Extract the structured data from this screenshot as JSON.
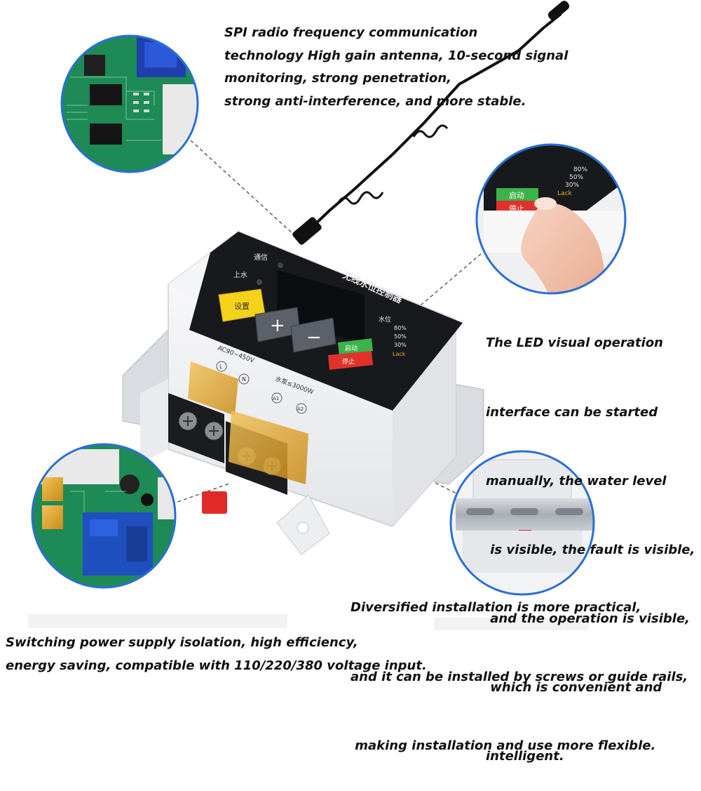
{
  "captions": {
    "antenna": [
      "SPI radio frequency communication",
      "technology High gain antenna, 10-second signal",
      "monitoring, strong penetration,",
      "strong anti-interference, and more stable."
    ],
    "led": [
      "The LED visual operation",
      "interface can be started",
      "manually, the water level",
      " is visible, the fault is visible,",
      " and the operation is visible,",
      " which is convenient and",
      "intelligent."
    ],
    "install": [
      "Diversified installation is more practical,",
      "and it can be installed by screws or guide rails,",
      " making installation and use more flexible."
    ],
    "power": [
      "Switching power supply isolation, high efficiency,",
      "energy saving, compatible with 110/220/380 voltage input."
    ]
  },
  "panel": {
    "comm_label": "通信",
    "pump_label": "上水",
    "brand": "无线水位控制器",
    "set_button": "设置",
    "plus_button": "+",
    "minus_button": "−",
    "start_button": "启动",
    "stop_button": "停止",
    "level_title": "水位",
    "levels": [
      "80%",
      "50%",
      "30%",
      "Lack"
    ],
    "voltage": "AC90~450V",
    "power_rating": "水泵≤3000W",
    "term_l": "L",
    "term_n": "N",
    "term_a1": "A1",
    "term_a2": "A2"
  },
  "inset_top_right": {
    "levels": [
      "80%",
      "50%",
      "30%",
      "Lack"
    ],
    "start_button": "启动",
    "stop_button": "停止"
  },
  "colors": {
    "device_body": "#f2f3f5",
    "panel_black": "#17191d",
    "set_yellow": "#f5d21a",
    "start_green": "#3cb24a",
    "stop_red": "#e0322b",
    "rail_gray": "#b9bec4",
    "callout_blue": "#2a6fd6",
    "pcb_green": "#1e8a55"
  }
}
